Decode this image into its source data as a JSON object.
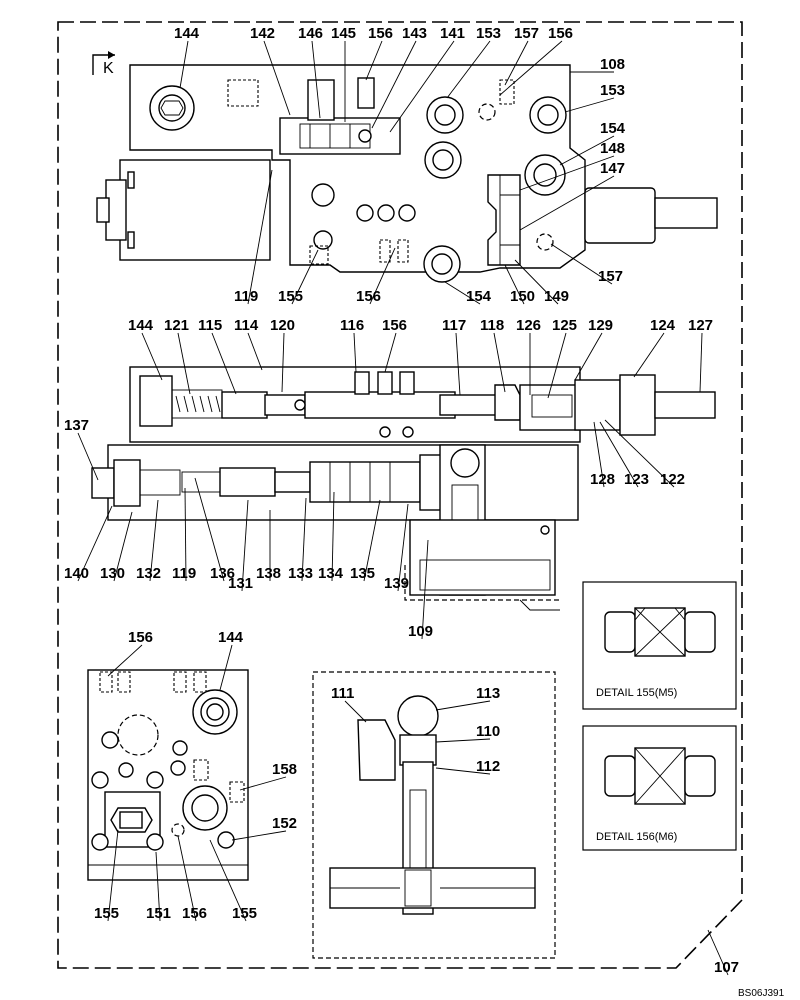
{
  "drawing_code": "BS06J391",
  "view_label": "K",
  "details": [
    {
      "id": "detail-155",
      "caption": "DETAIL 155(M5)"
    },
    {
      "id": "detail-156",
      "caption": "DETAIL 156(M6)"
    }
  ],
  "callouts": {
    "top_view": [
      "144",
      "142",
      "146",
      "145",
      "156",
      "143",
      "141",
      "153",
      "157",
      "156",
      "108",
      "153",
      "154",
      "148",
      "147",
      "119",
      "155",
      "156",
      "154",
      "150",
      "149",
      "157"
    ],
    "section_view": [
      "144",
      "121",
      "115",
      "114",
      "120",
      "116",
      "156",
      "117",
      "118",
      "126",
      "125",
      "129",
      "124",
      "127",
      "137",
      "128",
      "123",
      "122",
      "140",
      "130",
      "132",
      "119",
      "136",
      "131",
      "138",
      "133",
      "134",
      "135",
      "139",
      "109"
    ],
    "k_view": [
      "156",
      "144",
      "158",
      "152",
      "155",
      "151",
      "156",
      "155"
    ],
    "detail_109": [
      "111",
      "113",
      "110",
      "112"
    ],
    "frame": [
      "107"
    ]
  }
}
